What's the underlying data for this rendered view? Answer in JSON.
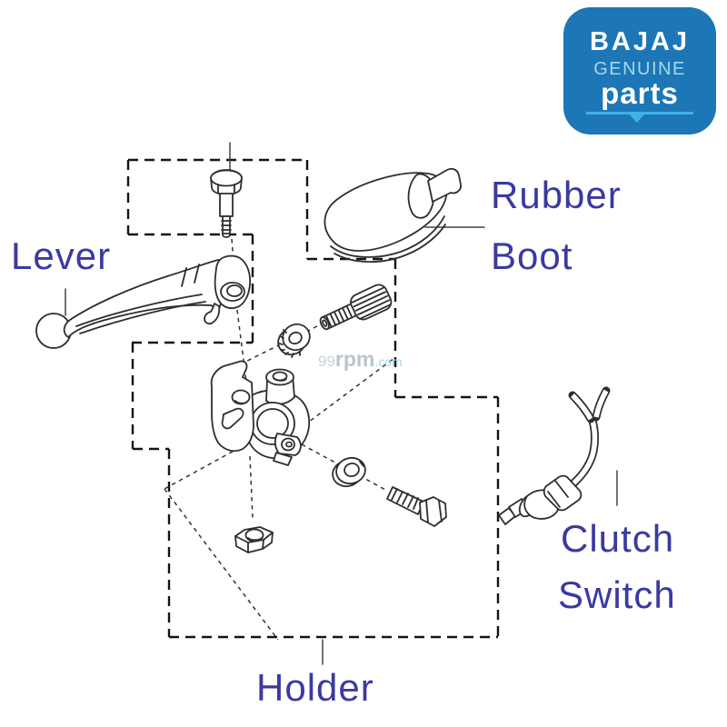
{
  "badge": {
    "brand": "BAJAJ",
    "genuine": "GENUINE",
    "parts": "parts"
  },
  "labels": {
    "lever": "Lever",
    "rubber_boot": [
      "Rubber",
      "Boot"
    ],
    "clutch_switch": [
      "Clutch",
      "Switch"
    ],
    "holder": "Holder"
  },
  "watermark": {
    "num": "99",
    "name": "rpm",
    "tld": ".com"
  },
  "colors": {
    "label_color": "#3a3aa0",
    "badge_bg": "#1d76b5",
    "badge_genuine": "#a5d8ee",
    "badge_underline": "#3fb3e3",
    "line_color": "#2e2e2e",
    "watermark_num": "#c6d6de",
    "watermark_name": "#b9c5cc",
    "watermark_tld": "#9fd8ef"
  }
}
